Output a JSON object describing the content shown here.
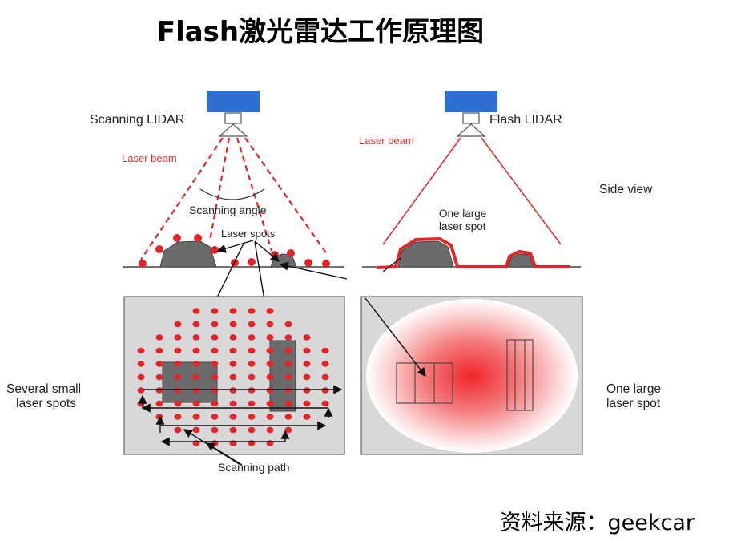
{
  "title": "Flash激光雷达工作原理图",
  "source": "资料来源：geekcar",
  "labels": {
    "scanning_lidar": "Scanning LIDAR",
    "flash_lidar": "Flash LIDAR",
    "laser_beam_left": "Laser beam",
    "laser_beam_right": "Laser beam",
    "scanning_angle": "Scanning angle",
    "laser_spots": "Laser spots",
    "one_large_laser_spot_side_line1": "One large",
    "one_large_laser_spot_side_line2": "laser spot",
    "side_view": "Side view",
    "several_small_line1": "Several small",
    "several_small_line2": "laser spots",
    "one_large_right_line1": "One large",
    "one_large_right_line2": "laser spot",
    "scanning_path": "Scanning path"
  },
  "colors": {
    "lidar_blue": "#2f6fcf",
    "laser_red": "#e0262b",
    "object_gray": "#6b6b6b",
    "panel_gray": "#d8d8d8"
  }
}
